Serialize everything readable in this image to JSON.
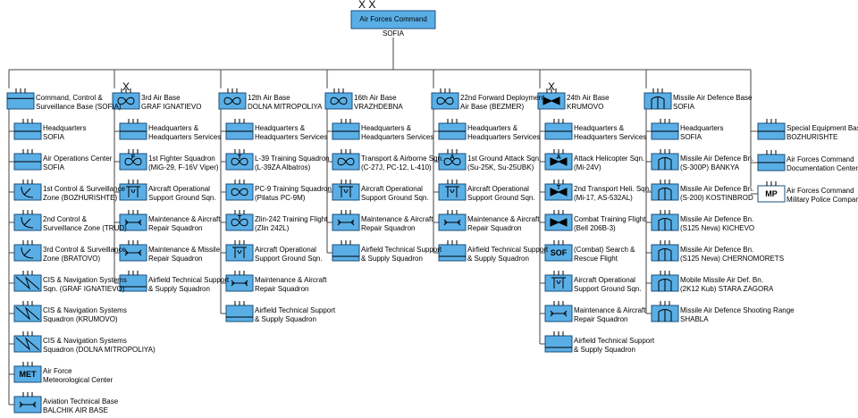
{
  "command": {
    "echelon": "X X",
    "title": "Air Forces Command",
    "location": "SOFIA"
  },
  "colors": {
    "unit_fill": "#5aaee6",
    "unit_border": "#1a4f7a",
    "line": "#444444",
    "white_fill": "#ffffff"
  },
  "columns": [
    {
      "label": [
        "Command, Control &",
        "Surveillance Base (SOFIA)"
      ],
      "echelon": "",
      "icon": "ccs",
      "units": [
        {
          "label": [
            "Headquarters",
            "SOFIA"
          ],
          "icon": "hq"
        },
        {
          "label": [
            "Air Operations Center",
            "SOFIA"
          ],
          "icon": "hq"
        },
        {
          "label": [
            "1st Control & Surveillance",
            "Zone (BOZHURISHTE)"
          ],
          "icon": "radar"
        },
        {
          "label": [
            "2nd Control &",
            "Surveillance Zone (TRUD)"
          ],
          "icon": "radar"
        },
        {
          "label": [
            "3rd Control & Surveillance",
            "Zone (BRATOVO)"
          ],
          "icon": "radar"
        },
        {
          "label": [
            "CIS & Navigation Systems",
            "Sqn. (GRAF IGNATIEVO)"
          ],
          "icon": "signal"
        },
        {
          "label": [
            "CIS & Navigation Systems",
            "Squadron (KRUMOVO)"
          ],
          "icon": "signal"
        },
        {
          "label": [
            "CIS & Navigation Systems",
            "Squadron (DOLNA MITROPOLIYA)"
          ],
          "icon": "signal"
        },
        {
          "label": [
            "Air Force",
            "Meteorological Center"
          ],
          "icon": "met",
          "text": "MET"
        },
        {
          "label": [
            "Aviation Technical Base",
            "BALCHIK AIR BASE"
          ],
          "icon": "maint"
        }
      ]
    },
    {
      "label": [
        "3rd Air Base",
        "GRAF IGNATIEVO"
      ],
      "echelon": "X",
      "icon": "airbase",
      "units": [
        {
          "label": [
            "Headquarters &",
            "Headquarters Services"
          ],
          "icon": "hq"
        },
        {
          "label": [
            "1st Fighter Squadron",
            "(MiG-29, F-16V Viper)"
          ],
          "icon": "fighter",
          "text": "F"
        },
        {
          "label": [
            "Aircraft Operational",
            "Support Ground Sqn."
          ],
          "icon": "support"
        },
        {
          "label": [
            "Maintenance & Aircraft",
            "Repair Squadron"
          ],
          "icon": "maint"
        },
        {
          "label": [
            "Maintenance & Missile",
            "Repair Squadron"
          ],
          "icon": "maint"
        },
        {
          "label": [
            "Airfield Technical Support",
            "& Supply Squadron"
          ],
          "icon": "supply"
        }
      ]
    },
    {
      "label": [
        "12th Air Base",
        "DOLNA MITROPOLIYA"
      ],
      "echelon": "",
      "icon": "airbase",
      "units": [
        {
          "label": [
            "Headquarters &",
            "Headquarters Services"
          ],
          "icon": "hq"
        },
        {
          "label": [
            "L-39 Training Squadron",
            "(L-39ZA Albatros)"
          ],
          "icon": "trainer",
          "text": "T"
        },
        {
          "label": [
            "PC-9 Training Squadron",
            "(Pilatus PC-9M)"
          ],
          "icon": "airbase"
        },
        {
          "label": [
            "Zlin-242 Training Flight",
            "(Zlin 242L)"
          ],
          "icon": "trainer",
          "text": "T"
        },
        {
          "label": [
            "Aircraft Operational",
            "Support Ground Sqn."
          ],
          "icon": "support"
        },
        {
          "label": [
            "Maintenance & Aircraft",
            "Repair Squadron"
          ],
          "icon": "maint"
        },
        {
          "label": [
            "Airfield Technical Support",
            "& Supply Squadron"
          ],
          "icon": "supply"
        }
      ]
    },
    {
      "label": [
        "16th Air Base",
        "VRAZHDEBNA"
      ],
      "echelon": "",
      "icon": "airbase",
      "units": [
        {
          "label": [
            "Headquarters &",
            "Headquarters Services"
          ],
          "icon": "hq"
        },
        {
          "label": [
            "Transport & Airborne Sqn.",
            "(C-27J, PC-12, L-410)"
          ],
          "icon": "airbase"
        },
        {
          "label": [
            "Aircraft Operational",
            "Support Ground Sqn."
          ],
          "icon": "support"
        },
        {
          "label": [
            "Maintenance & Aircraft",
            "Repair Squadron"
          ],
          "icon": "maint"
        },
        {
          "label": [
            "Airfield Technical Support",
            "& Supply Squadron"
          ],
          "icon": "supply"
        }
      ]
    },
    {
      "label": [
        "22nd Forward Deployment",
        "Air Base (BEZMER)"
      ],
      "echelon": "",
      "icon": "airbase",
      "units": [
        {
          "label": [
            "Headquarters &",
            "Headquarters Services"
          ],
          "icon": "hq"
        },
        {
          "label": [
            "1st Ground Attack Sqn.",
            "(Su-25K, Su-25UBK)"
          ],
          "icon": "fighter",
          "text": "A"
        },
        {
          "label": [
            "Aircraft Operational",
            "Support Ground Sqn."
          ],
          "icon": "support"
        },
        {
          "label": [
            "Maintenance & Aircraft",
            "Repair Squadron"
          ],
          "icon": "maint"
        },
        {
          "label": [
            "Airfield Technical Support",
            "& Supply Squadron"
          ],
          "icon": "supply"
        }
      ]
    },
    {
      "label": [
        "24th Air Base",
        "KRUMOVO"
      ],
      "echelon": "X",
      "icon": "helo",
      "units": [
        {
          "label": [
            "Headquarters &",
            "Headquarters Services"
          ],
          "icon": "hq"
        },
        {
          "label": [
            "Attack Helicopter Sqn.",
            "(Mi-24V)"
          ],
          "icon": "helo",
          "text": "A"
        },
        {
          "label": [
            "2nd Transport Heli. Sqn.",
            "(Mi-17, AS-532AL)"
          ],
          "icon": "helo",
          "text": "T"
        },
        {
          "label": [
            "Combat Training Flight",
            "(Bell 206B-3)"
          ],
          "icon": "helo"
        },
        {
          "label": [
            "(Combat) Search &",
            "Rescue Flight"
          ],
          "icon": "sof",
          "text": "SOF"
        },
        {
          "label": [
            "Aircraft Operational",
            "Support Ground Sqn."
          ],
          "icon": "support"
        },
        {
          "label": [
            "Maintenance & Aircraft",
            "Repair Squadron"
          ],
          "icon": "maint"
        },
        {
          "label": [
            "Airfield Technical Support",
            "& Supply Squadron"
          ],
          "icon": "supply"
        }
      ]
    },
    {
      "label": [
        "Missile Air Defence Base",
        "SOFIA"
      ],
      "echelon": "",
      "icon": "missile",
      "units": [
        {
          "label": [
            "Headquarters",
            "SOFIA"
          ],
          "icon": "hq"
        },
        {
          "label": [
            "Missile Air Defence Bn.",
            "(S-300P) BANKYA"
          ],
          "icon": "missile"
        },
        {
          "label": [
            "Missile Air Defence Bn.",
            "(S-200) KOSTINBROD"
          ],
          "icon": "missile"
        },
        {
          "label": [
            "Missile Air Defence Bn.",
            "(S125 Neva) KICHEVO"
          ],
          "icon": "missile"
        },
        {
          "label": [
            "Missile Air Defence Bn.",
            "(S125 Neva) CHERNOMORETS"
          ],
          "icon": "missile"
        },
        {
          "label": [
            "Mobile Missile Air Def. Bn.",
            "(2K12 Kub) STARA ZAGORA"
          ],
          "icon": "missile"
        },
        {
          "label": [
            "Missile Air Defence Shooting Range",
            "SHABLA"
          ],
          "icon": "missile"
        }
      ]
    }
  ],
  "special_units": [
    {
      "label": [
        "Special Equipment Base",
        "BOZHURISHTE"
      ],
      "icon": "hq"
    },
    {
      "label": [
        "Air Forces Command",
        "Documentation Center"
      ],
      "icon": "hq"
    },
    {
      "label": [
        "Air Forces Command",
        "Military Police Company"
      ],
      "icon": "mp",
      "text": "MP"
    }
  ]
}
